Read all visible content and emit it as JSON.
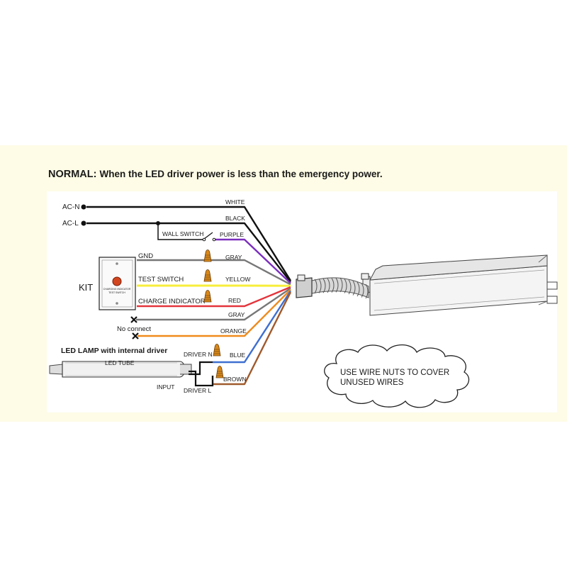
{
  "heading": {
    "prefix": "NORMAL:",
    "text": "When the LED driver power is less than the emergency power."
  },
  "inputs": {
    "ac_n": "AC-N",
    "ac_l": "AC-L",
    "wall_switch": "WALL SWITCH"
  },
  "kit": {
    "label": "KIT",
    "gnd": "GND",
    "test_switch": "TEST SWITCH",
    "charge_indicator": "CHARGE INDICATOR",
    "plate_line1": "CHARGING INDICATOR",
    "plate_line2": "TEST SWITCH"
  },
  "no_connect": "No connect",
  "lamp": {
    "title": "LED LAMP with internal driver",
    "tube": "LED TUBE",
    "input": "INPUT",
    "driver_n": "DRIVER N",
    "driver_l": "DRIVER L"
  },
  "wires": [
    {
      "name": "WHITE",
      "color": "#111111"
    },
    {
      "name": "BLACK",
      "color": "#111111"
    },
    {
      "name": "PURPLE",
      "color": "#7b2fbe"
    },
    {
      "name": "GRAY",
      "color": "#777777"
    },
    {
      "name": "YELLOW",
      "color": "#f7ee3a"
    },
    {
      "name": "RED",
      "color": "#e3343b"
    },
    {
      "name": "GRAY",
      "color": "#777777"
    },
    {
      "name": "ORANGE",
      "color": "#f08a1c"
    },
    {
      "name": "BLUE",
      "color": "#3f6fd0"
    },
    {
      "name": "BROWN",
      "color": "#a05a2c"
    }
  ],
  "note": {
    "line1": "USE WIRE NUTS TO COVER",
    "line2": "UNUSED WIRES"
  }
}
